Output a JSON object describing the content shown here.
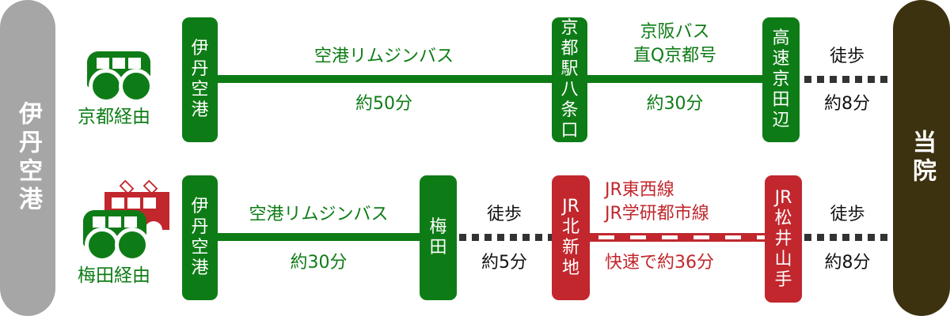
{
  "origin": "伊丹空港",
  "destination": "当院",
  "colors": {
    "green": "#0e7c16",
    "red": "#c1272d",
    "origin": "#a6a6a6",
    "destination": "#3d3210"
  },
  "route_kyoto": {
    "label": "京都経由",
    "icon": "bus-icon",
    "stations": [
      "伊丹空港",
      "京都駅八条口",
      "高速京田辺"
    ],
    "segments": [
      {
        "name": "空港リムジンバス",
        "time": "約50分"
      },
      {
        "name_line1": "京阪バス",
        "name_line2": "直Q京都号",
        "time": "約30分"
      },
      {
        "name": "徒歩",
        "time": "約8分"
      }
    ]
  },
  "route_umeda": {
    "label": "梅田経由",
    "icon": "bus-and-train-icon",
    "stations": [
      "伊丹空港",
      "梅田",
      "JR北新地",
      "JR松井山手"
    ],
    "segments": [
      {
        "name": "空港リムジンバス",
        "time": "約30分"
      },
      {
        "name": "徒歩",
        "time": "約5分"
      },
      {
        "name_line1": "JR東西線",
        "name_line2": "JR学研都市線",
        "time": "快速で約36分"
      },
      {
        "name": "徒歩",
        "time": "約8分"
      }
    ]
  }
}
